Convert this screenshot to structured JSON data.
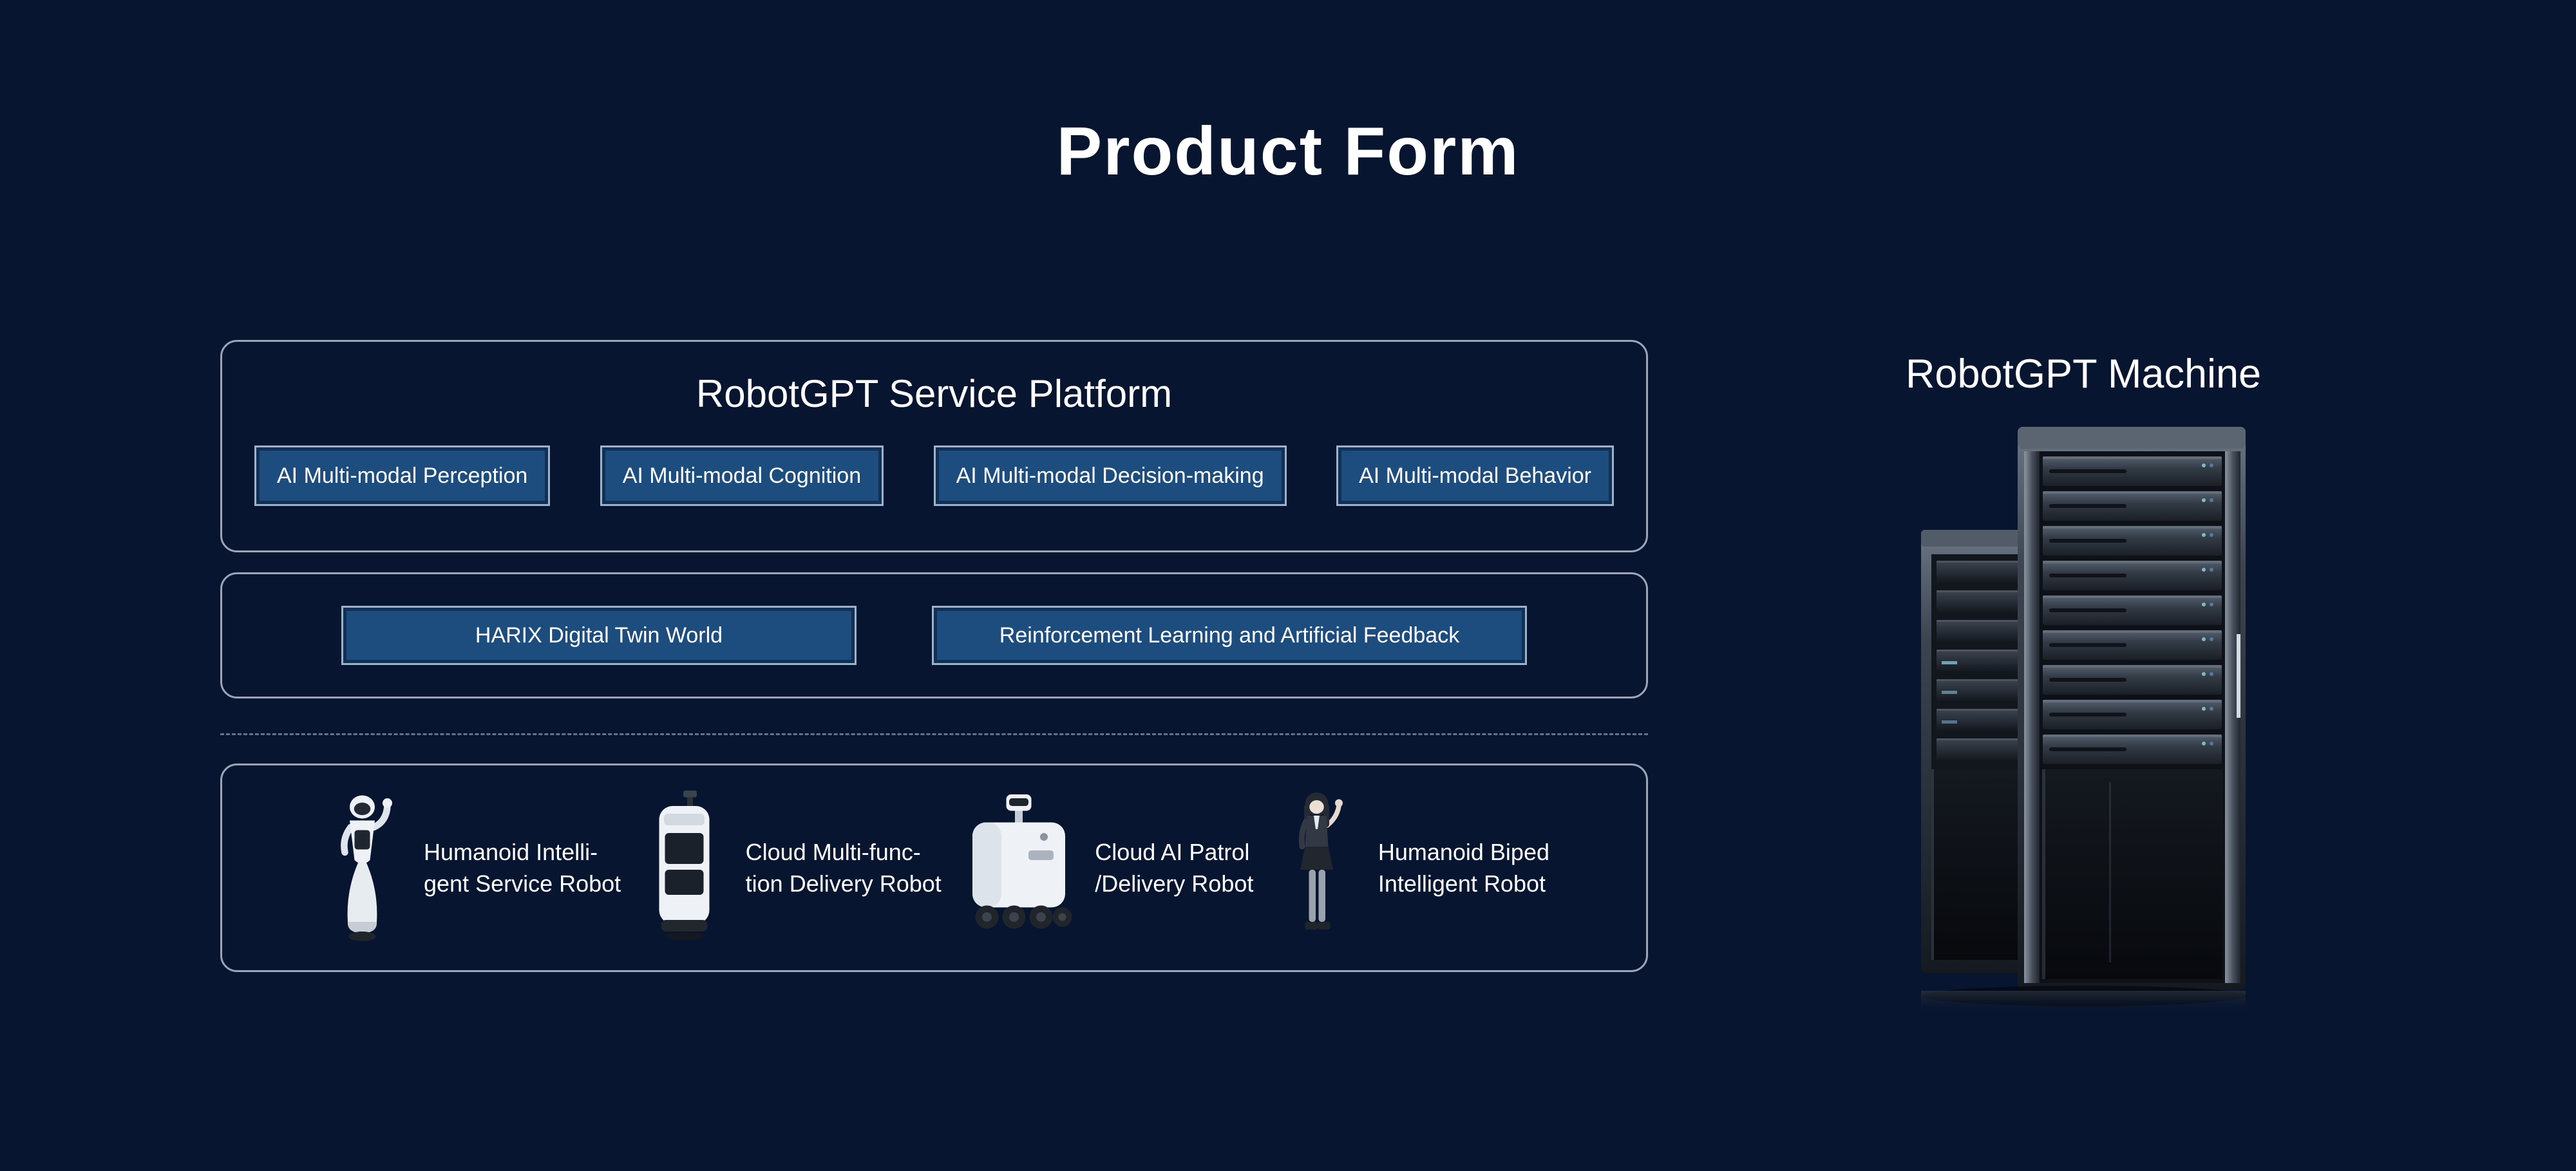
{
  "page": {
    "title": "Product Form"
  },
  "platform_panel": {
    "title": "RobotGPT Service Platform",
    "modules": [
      "AI Multi-modal Perception",
      "AI Multi-modal Cognition",
      "AI Multi-modal Decision-making",
      "AI Multi-modal Behavior"
    ]
  },
  "middleware_panel": {
    "items": [
      "HARIX Digital Twin World",
      "Reinforcement Learning and Artificial Feedback"
    ]
  },
  "robots_panel": {
    "items": [
      {
        "icon": "humanoid-service-robot-icon",
        "line1": "Humanoid Intelli-",
        "line2": "gent Service Robot"
      },
      {
        "icon": "delivery-robot-icon",
        "line1": "Cloud Multi-func-",
        "line2": "tion Delivery Robot"
      },
      {
        "icon": "patrol-robot-icon",
        "line1": "Cloud AI Patrol",
        "line2": "/Delivery Robot"
      },
      {
        "icon": "biped-robot-icon",
        "line1": "Humanoid Biped",
        "line2": "Intelligent Robot"
      }
    ]
  },
  "machine": {
    "title": "RobotGPT Machine"
  },
  "colors": {
    "background": "#081530",
    "box_fill": "#1d4d7f",
    "box_border": "#9db3ca",
    "panel_border": "#cdd6e4",
    "text": "#ffffff"
  }
}
